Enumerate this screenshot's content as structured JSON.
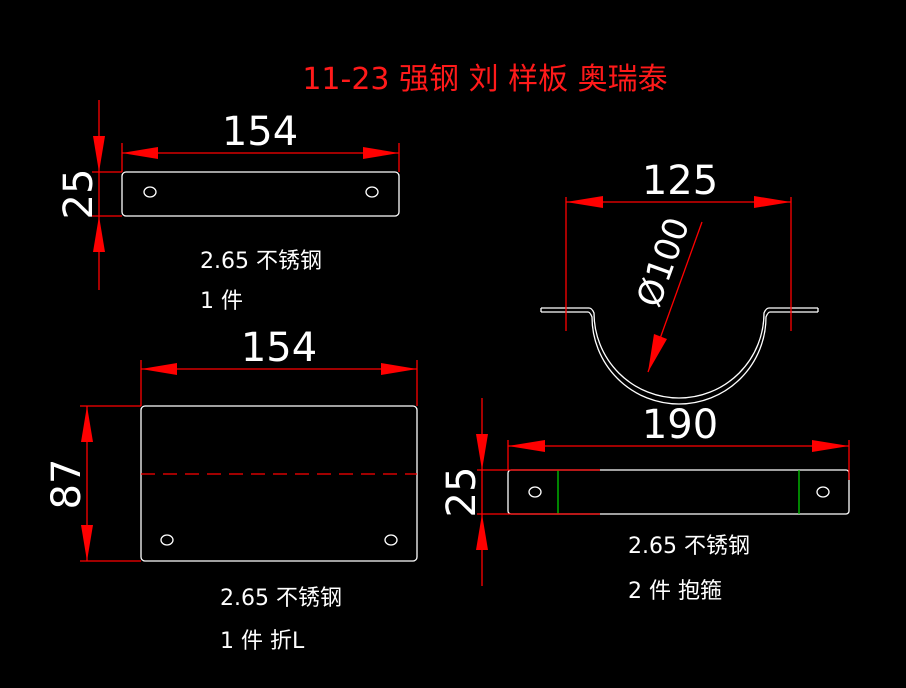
{
  "title": "11-23 强钢 刘 样板 奥瑞泰",
  "parts": [
    {
      "name": "flat-strip",
      "length": "154",
      "width": "25",
      "material": "2.65 不锈钢",
      "quantity": "1 件"
    },
    {
      "name": "bent-plate",
      "length": "154",
      "width": "87",
      "material": "2.65 不锈钢",
      "quantity": "1 件 折L"
    },
    {
      "name": "clamp-profile",
      "width": "125",
      "diameter": "Ø100"
    },
    {
      "name": "clamp-strip",
      "length": "190",
      "width": "25",
      "material": "2.65 不锈钢",
      "quantity": "2 件 抱箍"
    }
  ],
  "colors": {
    "background": "#000000",
    "dimension": "#ff0000",
    "outline": "#ffffff",
    "bend": "#00cc00"
  }
}
